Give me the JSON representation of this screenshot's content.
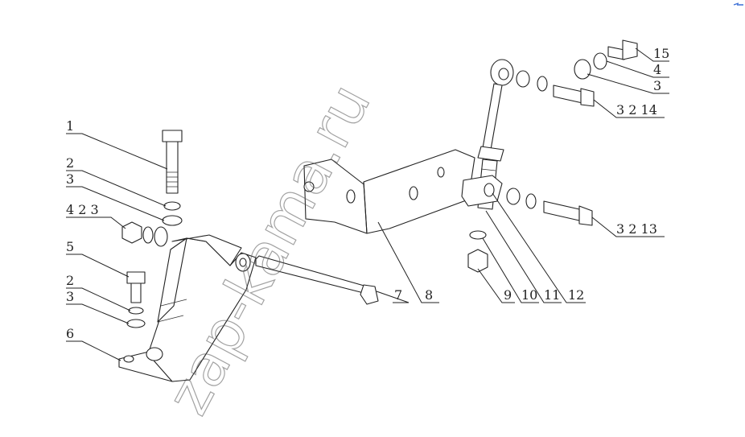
{
  "watermark": "zap-kama.ru",
  "callouts": [
    {
      "id": "c1",
      "text": "1"
    },
    {
      "id": "c2a",
      "text": "2"
    },
    {
      "id": "c3a",
      "text": "3"
    },
    {
      "id": "c4",
      "text": "4 2 3"
    },
    {
      "id": "c5",
      "text": "5"
    },
    {
      "id": "c2b",
      "text": "2"
    },
    {
      "id": "c3b",
      "text": "3"
    },
    {
      "id": "c6",
      "text": "6"
    },
    {
      "id": "c7",
      "text": "7"
    },
    {
      "id": "c8",
      "text": "8"
    },
    {
      "id": "c9",
      "text": "9"
    },
    {
      "id": "c10",
      "text": "10"
    },
    {
      "id": "c11",
      "text": "11"
    },
    {
      "id": "c12",
      "text": "12"
    },
    {
      "id": "c13",
      "text": "3 2 13"
    },
    {
      "id": "c14",
      "text": "3 2 14"
    },
    {
      "id": "c15",
      "text": "15"
    },
    {
      "id": "c4b",
      "text": "4"
    },
    {
      "id": "c3c",
      "text": "3"
    }
  ]
}
